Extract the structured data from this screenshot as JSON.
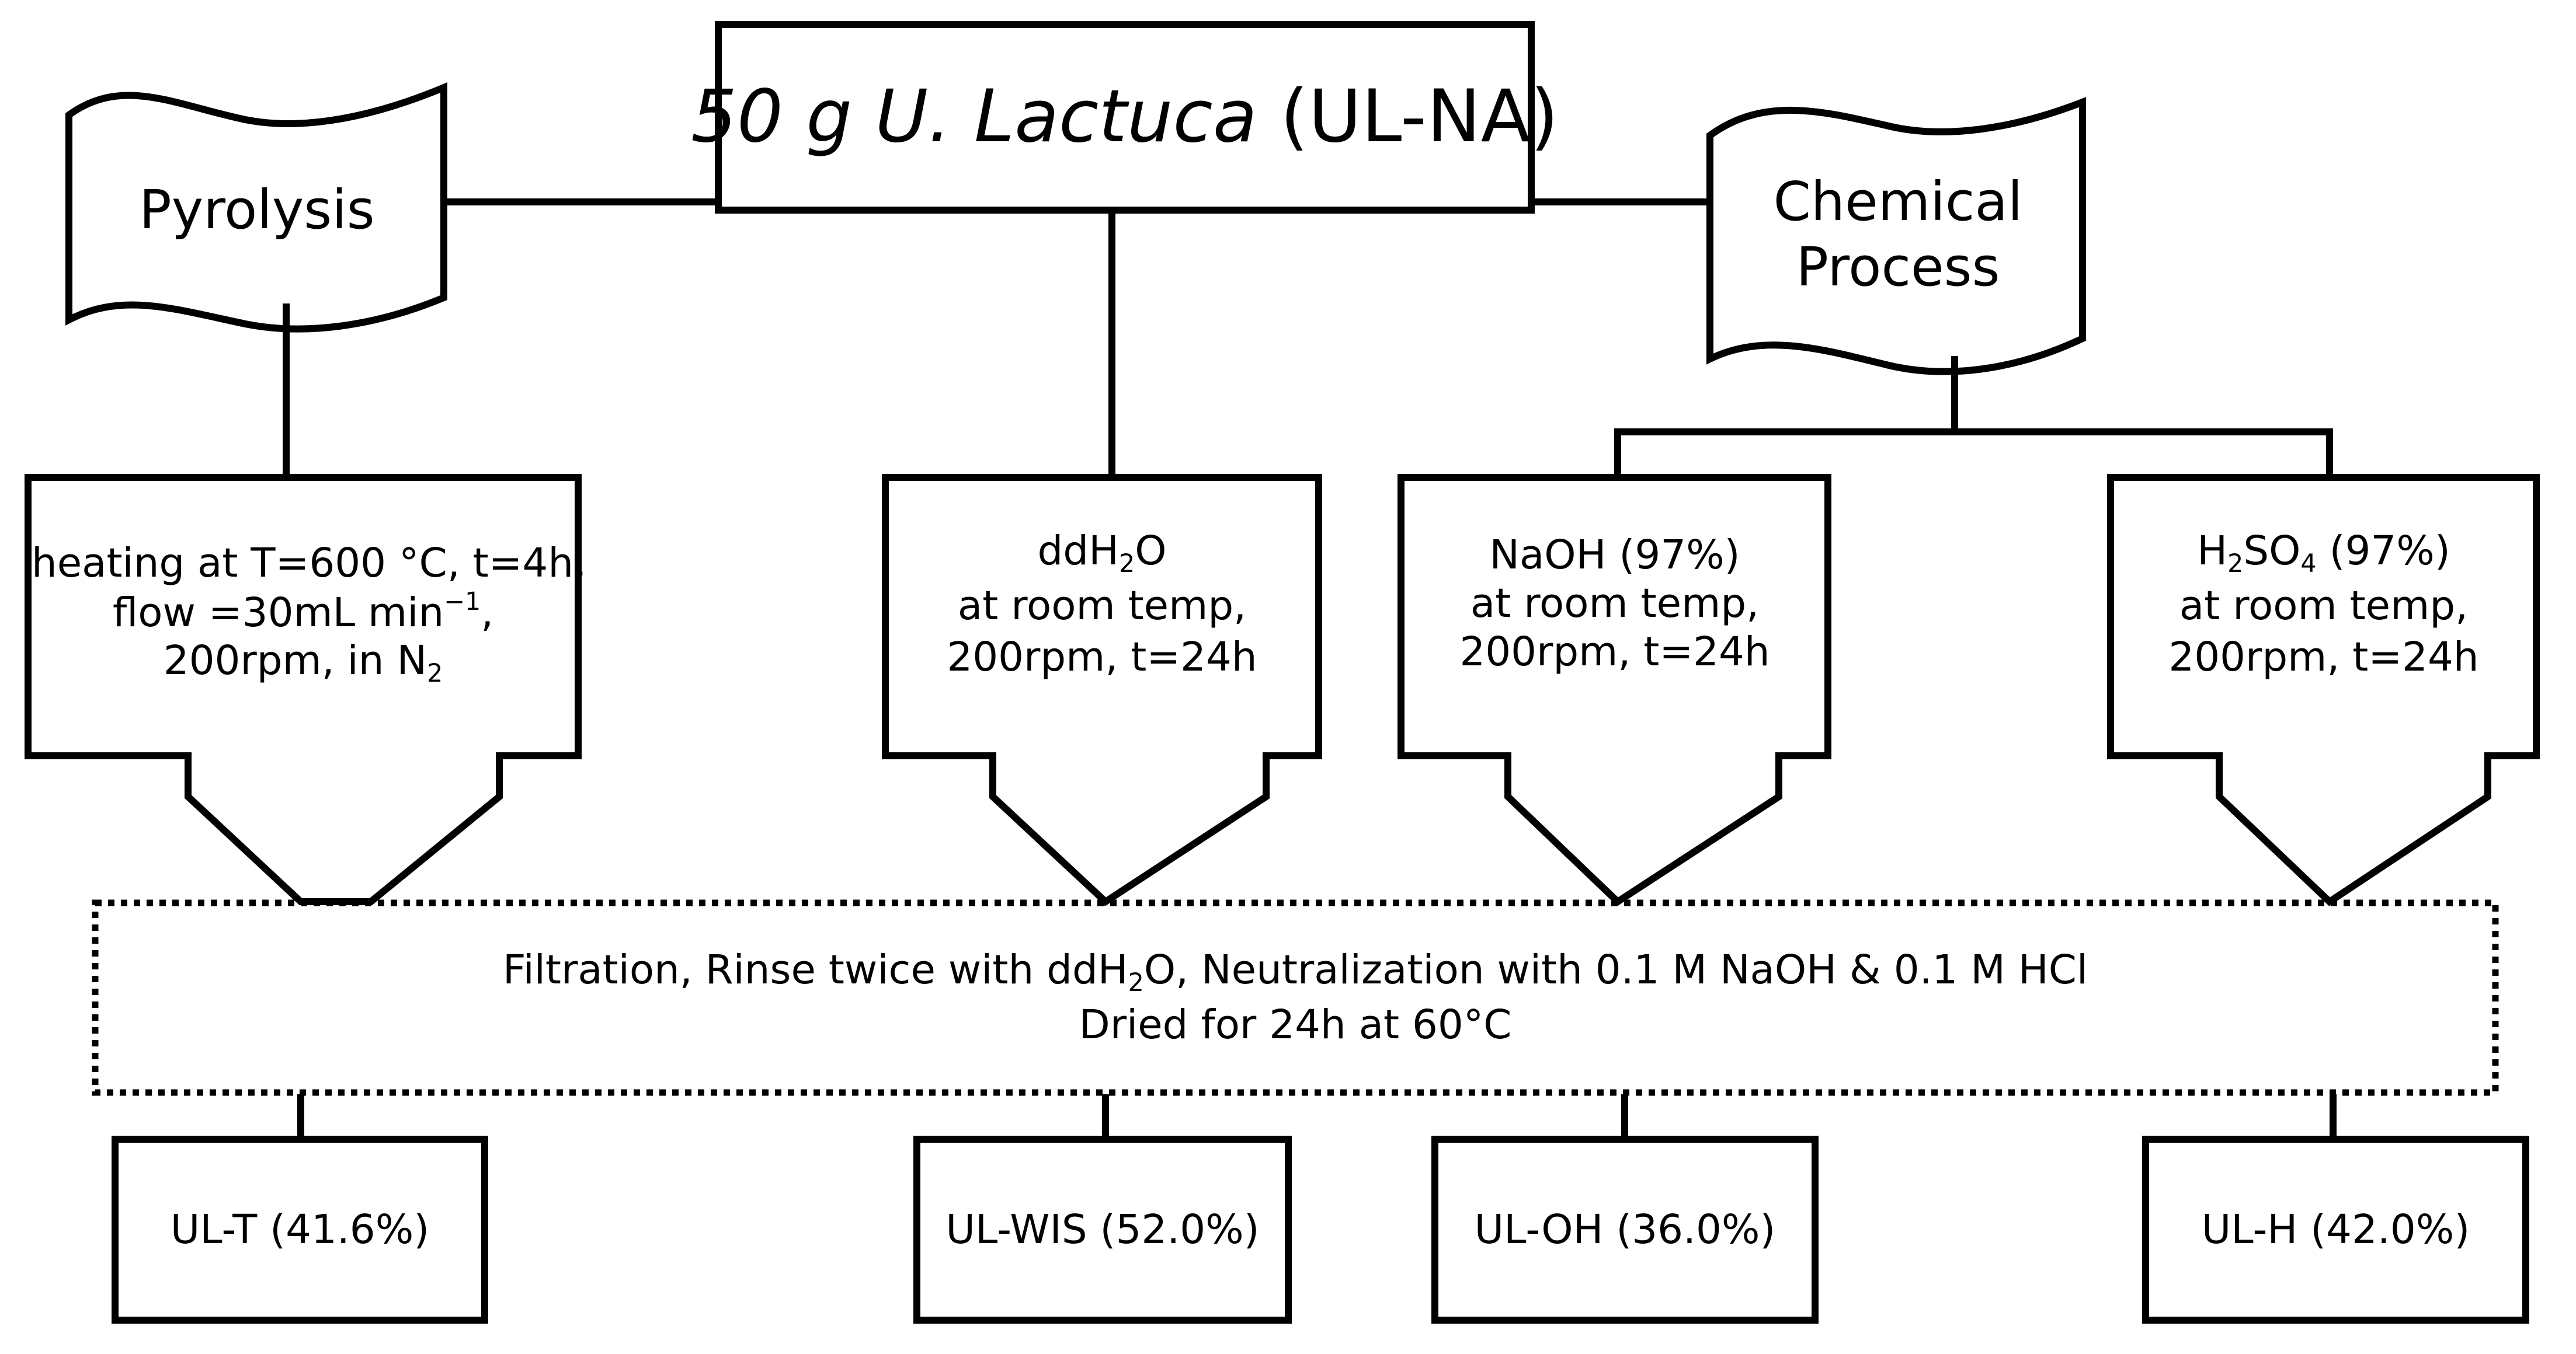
{
  "top": {
    "name_italic": "50 g U. Lactuca",
    "name_code": " (UL-NA)"
  },
  "banners": {
    "pyrolysis": "Pyrolysis",
    "chemical_line1": "Chemical",
    "chemical_line2": "Process"
  },
  "steps": {
    "pyrolysis": {
      "line1": "heating at T=600 °C, t=4h,",
      "line2_pre": "flow =30mL min",
      "line2_sup": "−1",
      "line2_post": ",",
      "line3_pre": "200rpm, in N",
      "line3_sub": "2"
    },
    "water": {
      "line1_pre": "ddH",
      "line1_sub": "2",
      "line1_post": "O",
      "line2": "at room temp,",
      "line3": "200rpm, t=24h"
    },
    "naoh": {
      "line1": "NaOH (97%)",
      "line2": "at room temp,",
      "line3": "200rpm, t=24h"
    },
    "h2so4": {
      "line1_a": "H",
      "line1_sub1": "2",
      "line1_b": "SO",
      "line1_sub2": "4",
      "line1_c": " (97%)",
      "line2": "at room temp,",
      "line3": "200rpm, t=24h"
    }
  },
  "post": {
    "line1_pre": "Filtration, Rinse twice with ddH",
    "line1_sub": "2",
    "line1_post": "O, Neutralization with 0.1 M NaOH & 0.1 M HCl",
    "line2": "Dried for 24h at 60°C"
  },
  "products": {
    "ul_t": "UL-T (41.6%)",
    "ul_wis": "UL-WIS (52.0%)",
    "ul_oh": "UL-OH (36.0%)",
    "ul_h": "UL-H (42.0%)"
  }
}
